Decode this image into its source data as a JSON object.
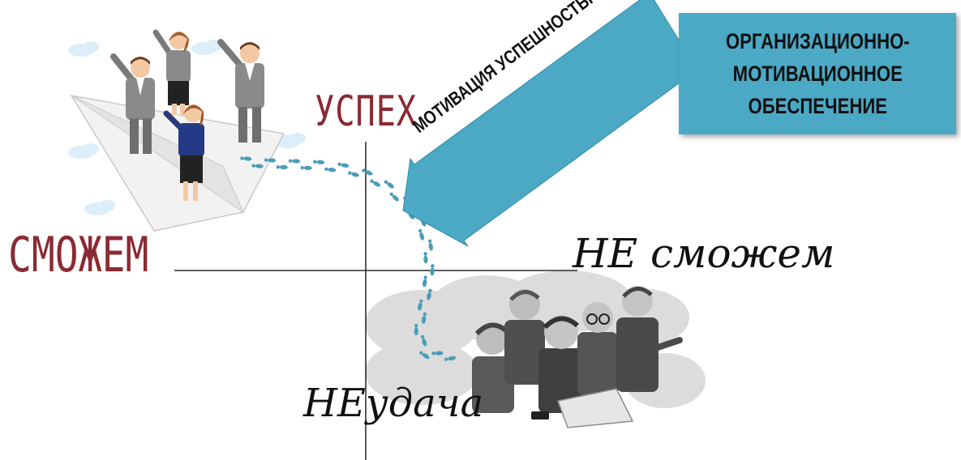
{
  "labels": {
    "success": "УСПЕХ",
    "can_do": "СМОЖЕМ",
    "cannot_do": "НЕ сможем",
    "failure": "НЕудача"
  },
  "callout": {
    "lines": [
      "ОРГАНИЗАЦИОННО-",
      "МОТИВАЦИОННОЕ",
      "ОБЕСПЕЧЕНИЕ"
    ],
    "color": "#4ba9c5"
  },
  "arrow": {
    "label": "МОТИВАЦИЯ УСПЕШНОСТЬЮ",
    "color": "#4ba9c5"
  },
  "colors": {
    "accent_red": "#8b2a33",
    "footprints": "#4b9db8",
    "axes": "#000000"
  },
  "illustrations": {
    "top_left": "happy-business-team-icon",
    "bottom": "sad-business-team-icon",
    "path": "footprints-icon",
    "plane": "paper-plane-icon"
  }
}
